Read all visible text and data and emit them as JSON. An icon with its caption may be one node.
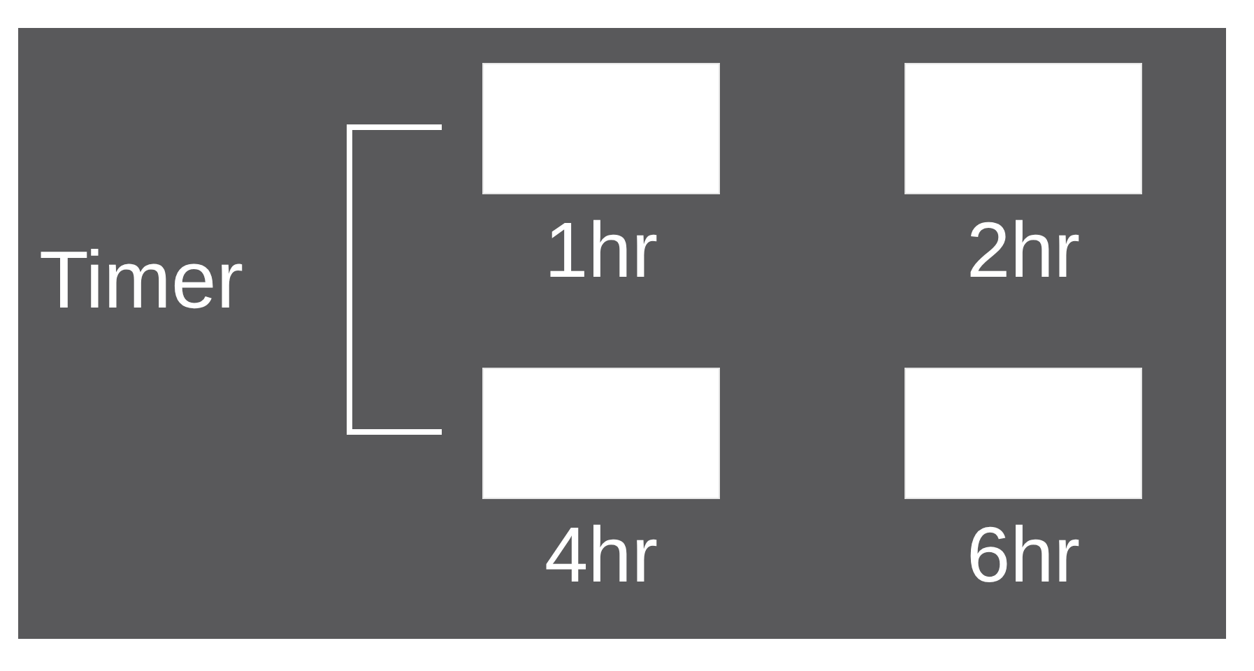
{
  "diagram": {
    "nodes": [
      {
        "text": [],
        "shape": "box",
        "beside": [
          "1hr"
        ]
      },
      {
        "text": [],
        "shape": "box",
        "beside": [
          "2hr"
        ]
      },
      {
        "text": [],
        "shape": "box",
        "beside": [
          "4hr"
        ]
      },
      {
        "text": [],
        "shape": "box",
        "beside": [
          "6hr"
        ]
      }
    ],
    "labels": [
      "Timer"
    ]
  }
}
